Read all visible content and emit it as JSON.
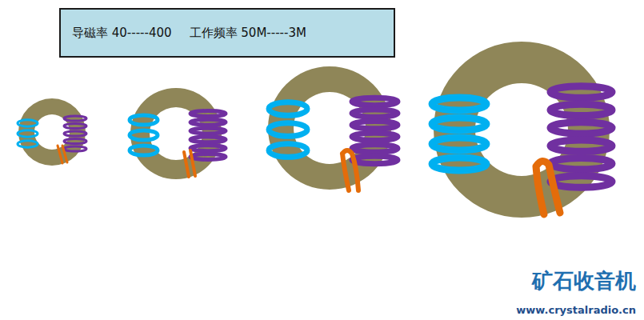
{
  "diagram": {
    "nodes": [
      {
        "text": [
          "导磁率 40-----400",
          "工作频率 50M-----3M"
        ]
      }
    ],
    "labels": [
      "矿石收音机",
      "www.crystalradio.cn"
    ]
  }
}
